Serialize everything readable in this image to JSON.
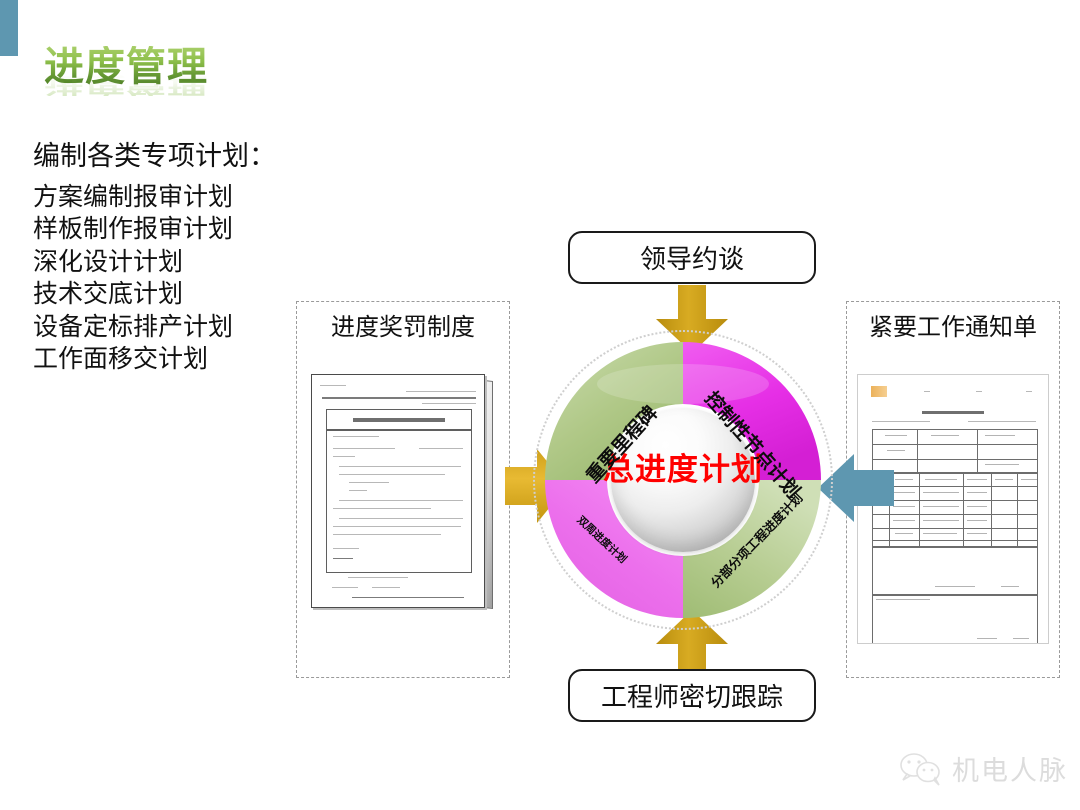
{
  "slide": {
    "title": "进度管理"
  },
  "left_text": {
    "lead": "编制各类专项计划：",
    "items": [
      "方案编制报审计划",
      "样板制作报审计划",
      "深化设计计划",
      "技术交底计划",
      "设备定标排产计划",
      "工作面移交计划"
    ]
  },
  "panels": {
    "left": {
      "title": "进度奖罚制度"
    },
    "right": {
      "title": "紧要工作通知单"
    }
  },
  "callouts": {
    "top": "领导约谈",
    "bottom": "工程师密切跟踪"
  },
  "donut": {
    "center": "总进度计划",
    "segments": [
      {
        "id": "top-left",
        "label": "重要里程碑",
        "color": "#b5cc8e"
      },
      {
        "id": "top-right",
        "label": "控制性节点计划",
        "color": "#e83fe8"
      },
      {
        "id": "bottom-right",
        "label": "分部分项工程进度计划",
        "color": "#b5cc8e"
      },
      {
        "id": "bottom-left",
        "label": "双周进度计划",
        "color": "#e368e3"
      }
    ]
  },
  "arrows": {
    "top": {
      "direction": "down",
      "color": "#c89a14"
    },
    "bottom": {
      "direction": "up",
      "color": "#d4a621"
    },
    "left": {
      "direction": "right",
      "color": "#e0ad26"
    },
    "right": {
      "direction": "left",
      "color": "#5e97b0"
    },
    "far_right": {
      "direction": "left",
      "color": "#5e97b0"
    }
  },
  "watermark": {
    "text": "机电人脉",
    "icon": "wechat-icon"
  },
  "colors": {
    "title_gradient_top": "#a9cf6a",
    "title_gradient_bottom": "#4d7d26",
    "center_text": "#ff0000",
    "green_segment": "#b5cc8e",
    "magenta_segment": "#e83fe8",
    "gold_arrow": "#d4a621",
    "teal_arrow": "#5e97b0"
  }
}
